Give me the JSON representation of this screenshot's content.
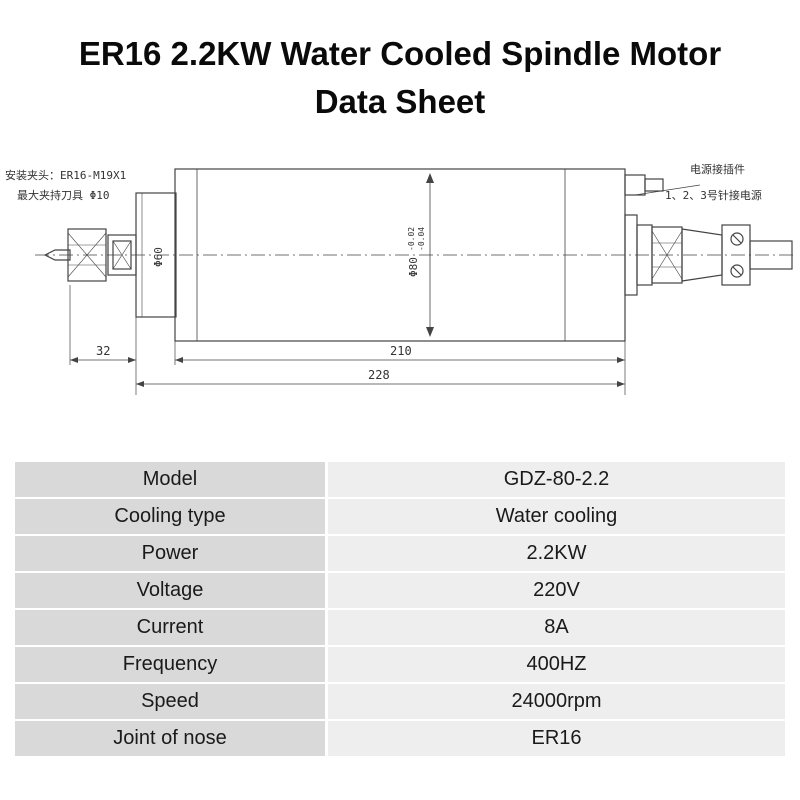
{
  "title": {
    "line1": "ER16 2.2KW Water Cooled Spindle Motor",
    "line2": "Data Sheet"
  },
  "drawing": {
    "collet_note_1": "安装夹头：ER16-M19X1",
    "collet_note_2": "最大夹持刀具 Φ10",
    "power_note_1": "电源接插件",
    "power_note_2": "1、2、3号针接电源",
    "dia_front": "Φ60",
    "dia_body": "Φ80",
    "tol_upper": "-0.02",
    "tol_lower": "-0.04",
    "dim_nose": "32",
    "dim_body": "210",
    "dim_total": "228"
  },
  "specs": [
    {
      "key": "Model",
      "value": "GDZ-80-2.2"
    },
    {
      "key": "Cooling type",
      "value": "Water cooling"
    },
    {
      "key": "Power",
      "value": "2.2KW"
    },
    {
      "key": "Voltage",
      "value": "220V"
    },
    {
      "key": "Current",
      "value": "8A"
    },
    {
      "key": "Frequency",
      "value": "400HZ"
    },
    {
      "key": "Speed",
      "value": "24000rpm"
    },
    {
      "key": "Joint of nose",
      "value": "ER16"
    }
  ]
}
